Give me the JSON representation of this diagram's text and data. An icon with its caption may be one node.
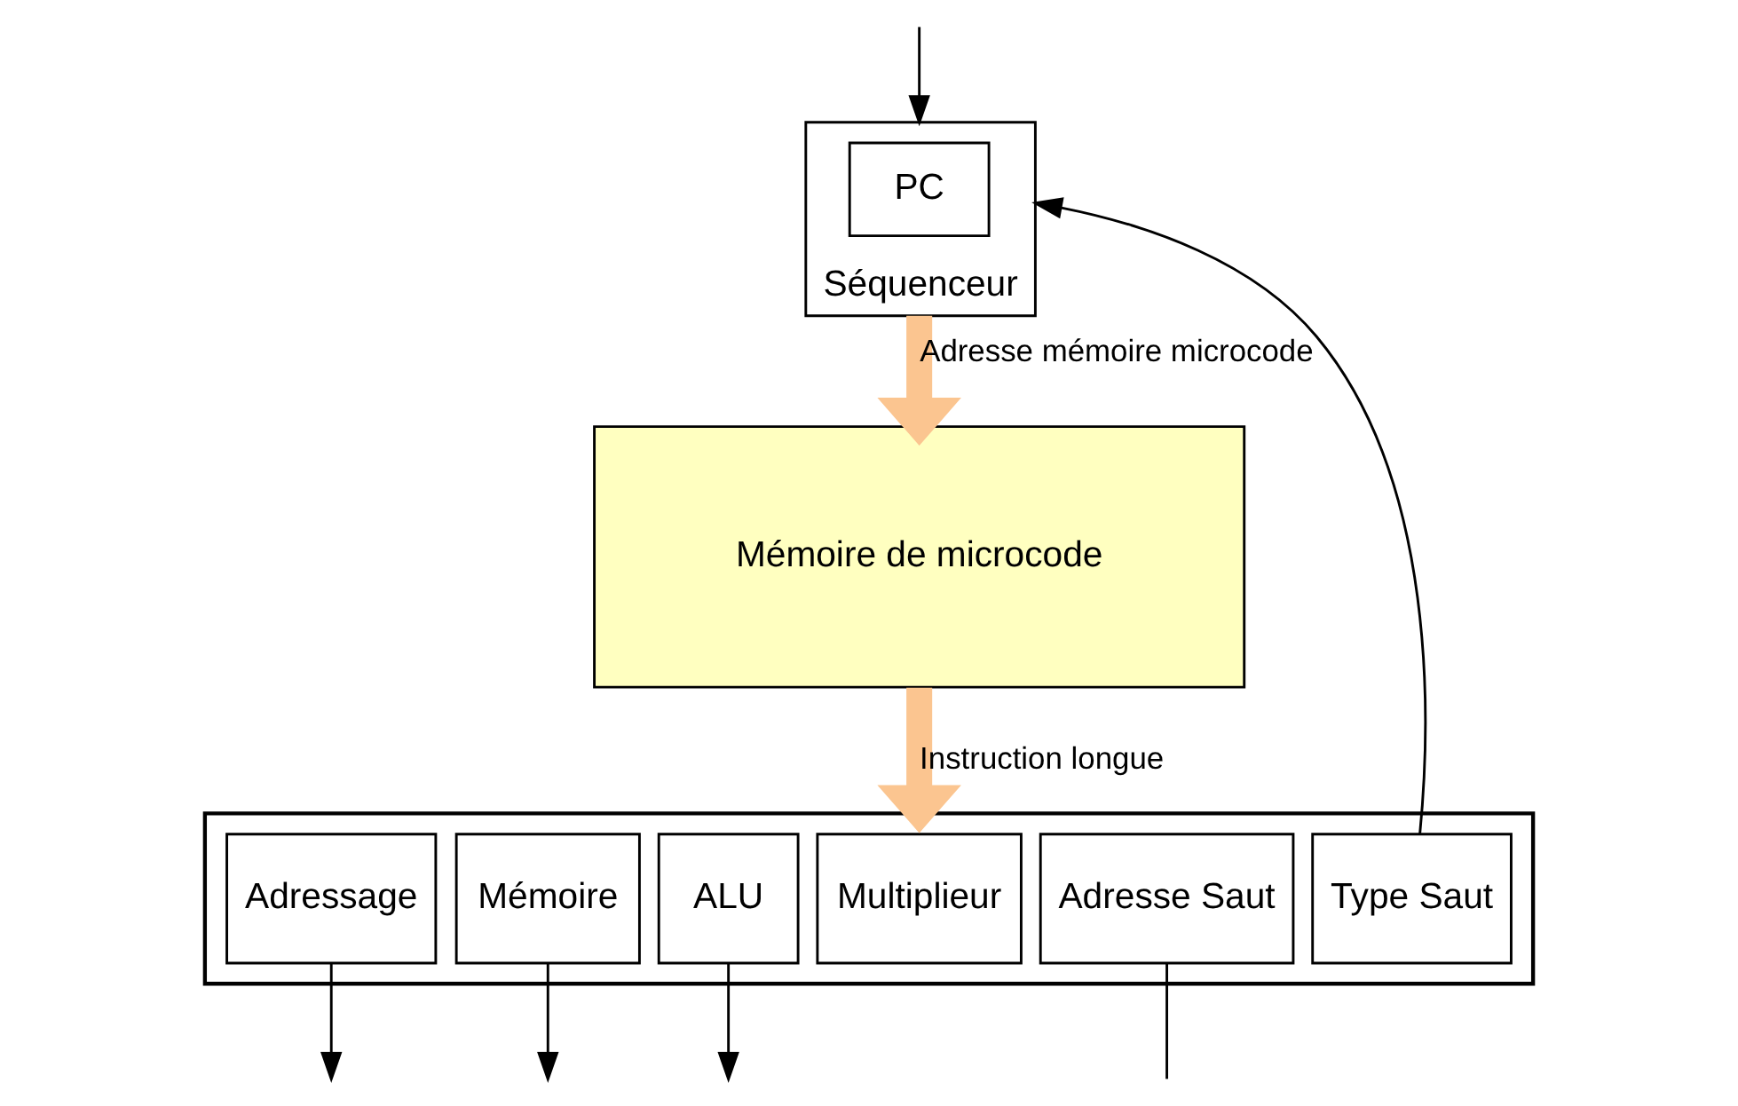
{
  "diagram": {
    "nodes": [
      {
        "text": [
          "Séquenceur"
        ]
      },
      {
        "text": [
          "PC"
        ],
        "in": 0
      },
      {
        "text": [
          "Mémoire de microcode"
        ]
      },
      {
        "text": [],
        "shape": "box"
      },
      {
        "text": [
          "Adressage"
        ],
        "in": 3
      },
      {
        "text": [
          "Mémoire"
        ],
        "in": 3
      },
      {
        "text": [
          "ALU"
        ],
        "in": 3
      },
      {
        "text": [
          "Multiplieur"
        ],
        "in": 3
      },
      {
        "text": [
          "Adresse Saut"
        ],
        "in": 3
      },
      {
        "text": [
          "Type Saut"
        ],
        "in": 3
      }
    ],
    "edges": [
      {
        "from": 0,
        "to": 2,
        "arrow": "to",
        "label": "Adresse mémoire microcode",
        "style": "thick",
        "color": "#fbc590"
      },
      {
        "from": 2,
        "to": 3,
        "arrow": "to",
        "label": "Instruction longue",
        "style": "thick",
        "color": "#fbc590"
      },
      {
        "from": null,
        "to": 0,
        "arrow": "to"
      },
      {
        "from": 9,
        "to": 0,
        "arrow": "to"
      },
      {
        "from": 4,
        "to": null,
        "arrow": "to"
      },
      {
        "from": 5,
        "to": null,
        "arrow": "to"
      },
      {
        "from": 6,
        "to": null,
        "arrow": "to"
      },
      {
        "from": 8,
        "to": null,
        "arrow": "none"
      }
    ]
  }
}
